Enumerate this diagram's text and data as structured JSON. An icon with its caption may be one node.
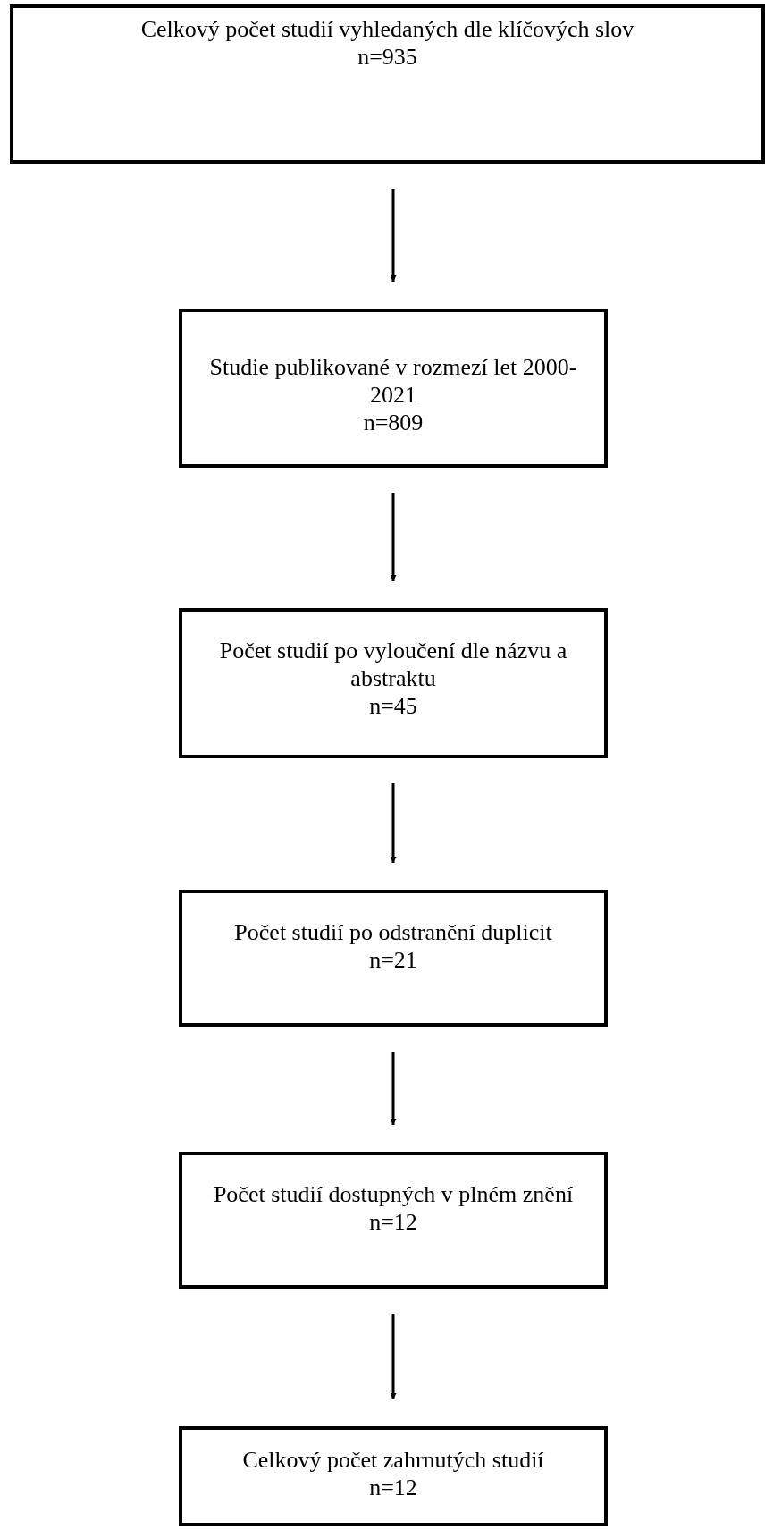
{
  "diagram": {
    "nodes": [
      {
        "text": [
          "Celkový počet studií vyhledaných dle klíčových slov",
          "n=935"
        ]
      },
      {
        "text": [
          "Studie publikované v rozmezí let 2000-2021",
          "n=809"
        ]
      },
      {
        "text": [
          "Počet studií po vyloučení dle názvu a abstraktu",
          "n=45"
        ]
      },
      {
        "text": [
          "Počet studií po odstranění duplicit",
          "n=21"
        ]
      },
      {
        "text": [
          "Počet studií dostupných v plném znění",
          "n=12"
        ]
      },
      {
        "text": [
          "Celkový počet zahrnutých studií",
          "n=12"
        ]
      }
    ],
    "edges": [
      {
        "from": 0,
        "to": 1,
        "arrow": "to"
      },
      {
        "from": 1,
        "to": 2,
        "arrow": "to"
      },
      {
        "from": 2,
        "to": 3,
        "arrow": "to"
      },
      {
        "from": 3,
        "to": 4,
        "arrow": "to"
      },
      {
        "from": 4,
        "to": 5,
        "arrow": "to"
      }
    ]
  }
}
